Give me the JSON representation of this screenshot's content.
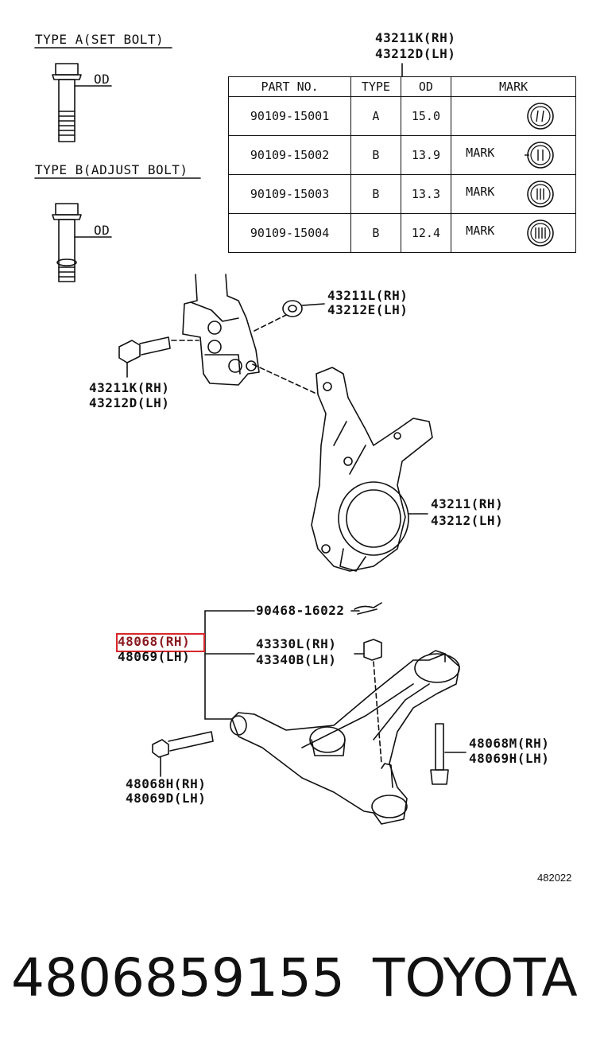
{
  "type_a": {
    "title": "TYPE A(SET BOLT)",
    "od_label": "OD"
  },
  "type_b": {
    "title": "TYPE B(ADJUST BOLT)",
    "od_label": "OD"
  },
  "table_ref": {
    "line1": "43211K(RH)",
    "line2": "43212D(LH)"
  },
  "table": {
    "headers": [
      "PART NO.",
      "TYPE",
      "OD",
      "MARK"
    ],
    "rows": [
      {
        "part": "90109-15001",
        "type": "A",
        "od": "15.0",
        "mark": ""
      },
      {
        "part": "90109-15002",
        "type": "B",
        "od": "13.9",
        "mark": "MARK"
      },
      {
        "part": "90109-15003",
        "type": "B",
        "od": "13.3",
        "mark": "MARK"
      },
      {
        "part": "90109-15004",
        "type": "B",
        "od": "12.4",
        "mark": "MARK"
      }
    ]
  },
  "labels": {
    "nut_upper": {
      "line1": "43211L(RH)",
      "line2": "43212E(LH)"
    },
    "bolt_upper": {
      "line1": "43211K(RH)",
      "line2": "43212D(LH)"
    },
    "knuckle": {
      "line1": "43211(RH)",
      "line2": "43212(LH)"
    },
    "cotter_pin": {
      "line1": "90468-16022"
    },
    "lower_arm": {
      "line1": "48068(RH)",
      "line2": "48069(LH)"
    },
    "castle_nut": {
      "line1": "43330L(RH)",
      "line2": "43340B(LH)"
    },
    "bolt_rear": {
      "line1": "48068M(RH)",
      "line2": "48069H(LH)"
    },
    "bolt_front": {
      "line1": "48068H(RH)",
      "line2": "48069D(LH)"
    }
  },
  "figure_number": "482022",
  "footer": {
    "part_number": "4806859155",
    "brand": "TOYOTA"
  },
  "highlight_color": "#d9262b"
}
